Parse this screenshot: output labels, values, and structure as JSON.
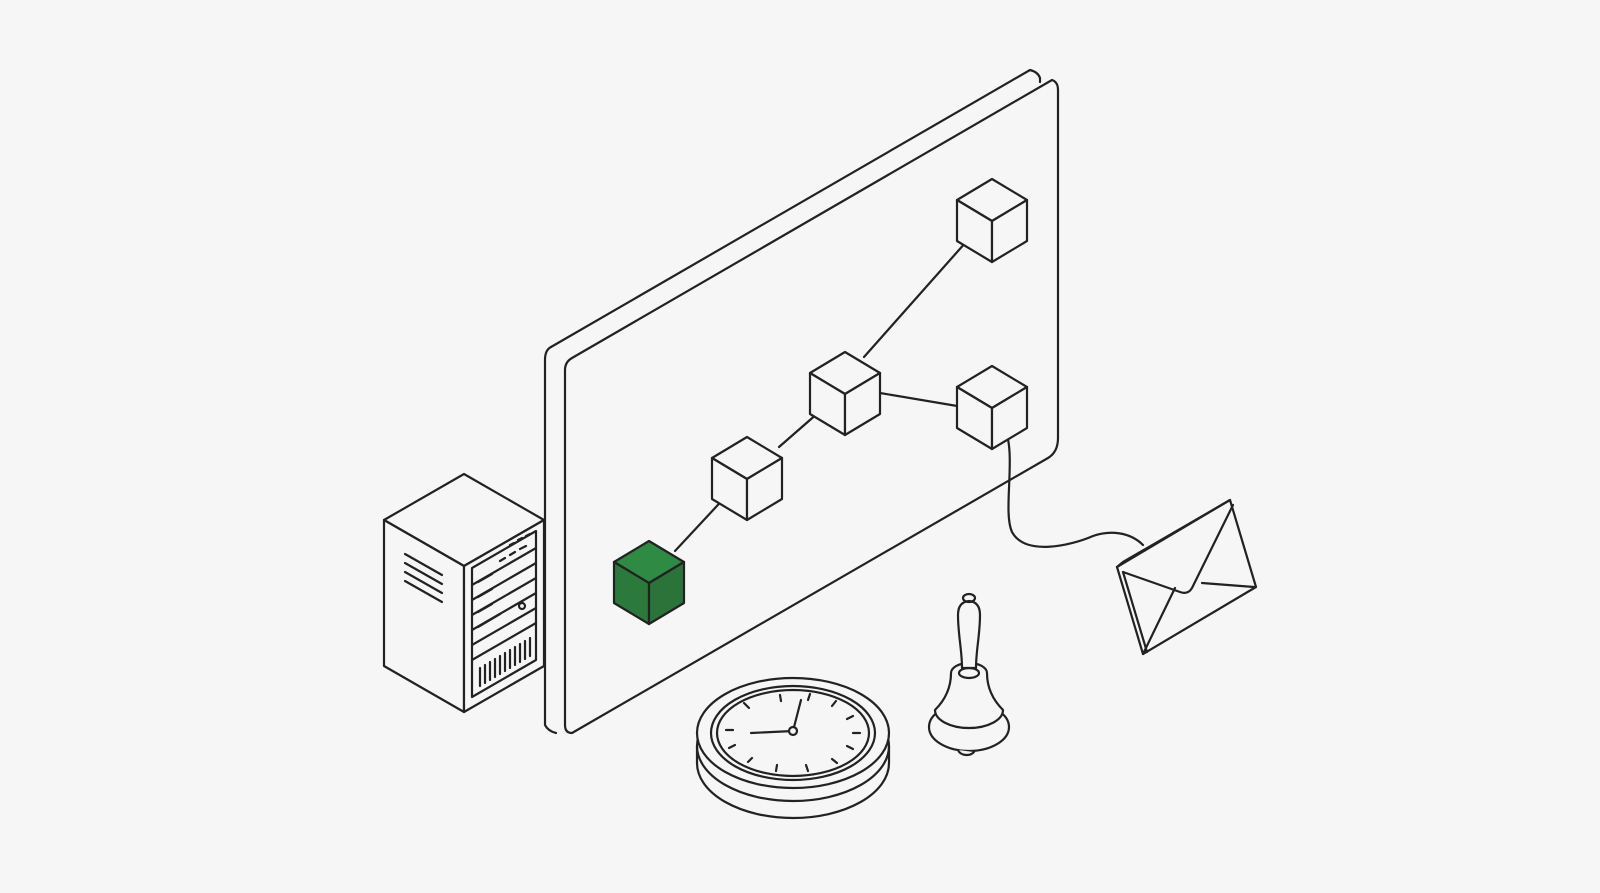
{
  "colors": {
    "background": "#f6f6f6",
    "stroke": "#222222",
    "accent_cube": "#2b7a3b"
  },
  "icons": [
    "server-rack-icon",
    "board-panel",
    "cube-node-icon",
    "clock-icon",
    "bell-icon",
    "envelope-icon"
  ],
  "nodes": {
    "count": 5,
    "highlighted_index": 0
  }
}
